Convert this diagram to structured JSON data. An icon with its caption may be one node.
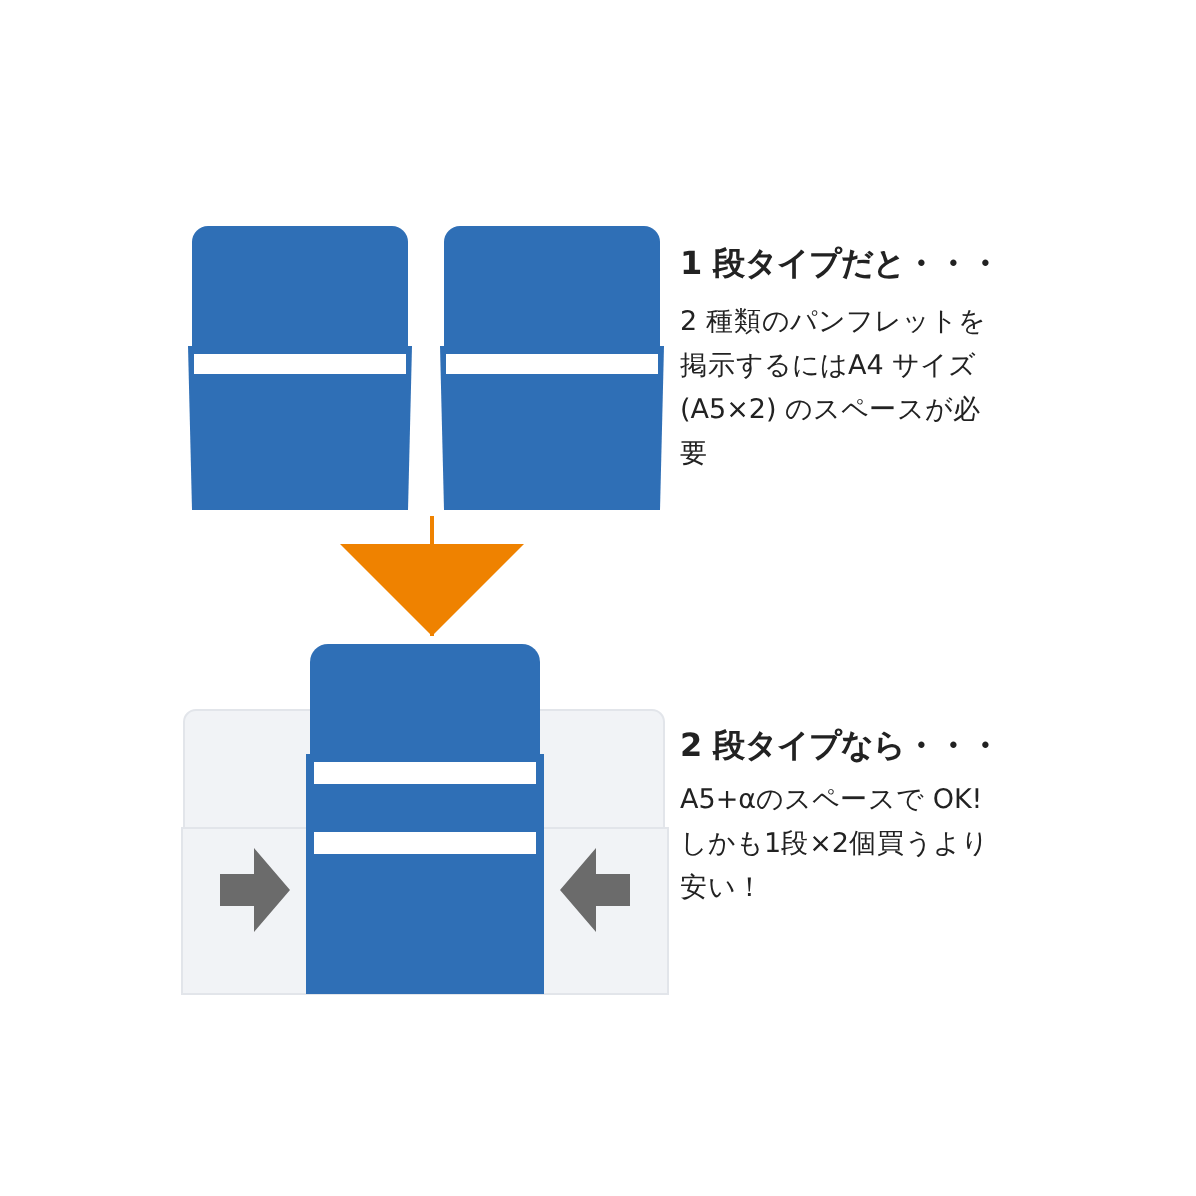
{
  "diagram": {
    "nodes": [
      {
        "text": [],
        "shape": "picture",
        "beside": [
          "1 段タイプだと・・・",
          "2 種類のパンフレットを掲示するにはA4 サイズ (A5×2) のスペースが必要"
        ]
      },
      {
        "text": [],
        "shape": "picture",
        "beside": [
          "2 段タイプなら・・・",
          "A5+αのスペースで OK!しかも1段×2個買うより安い！"
        ]
      }
    ],
    "edges": [
      {
        "from": 0,
        "to": 1,
        "arrow": "to",
        "color": "#ef8200"
      }
    ]
  }
}
